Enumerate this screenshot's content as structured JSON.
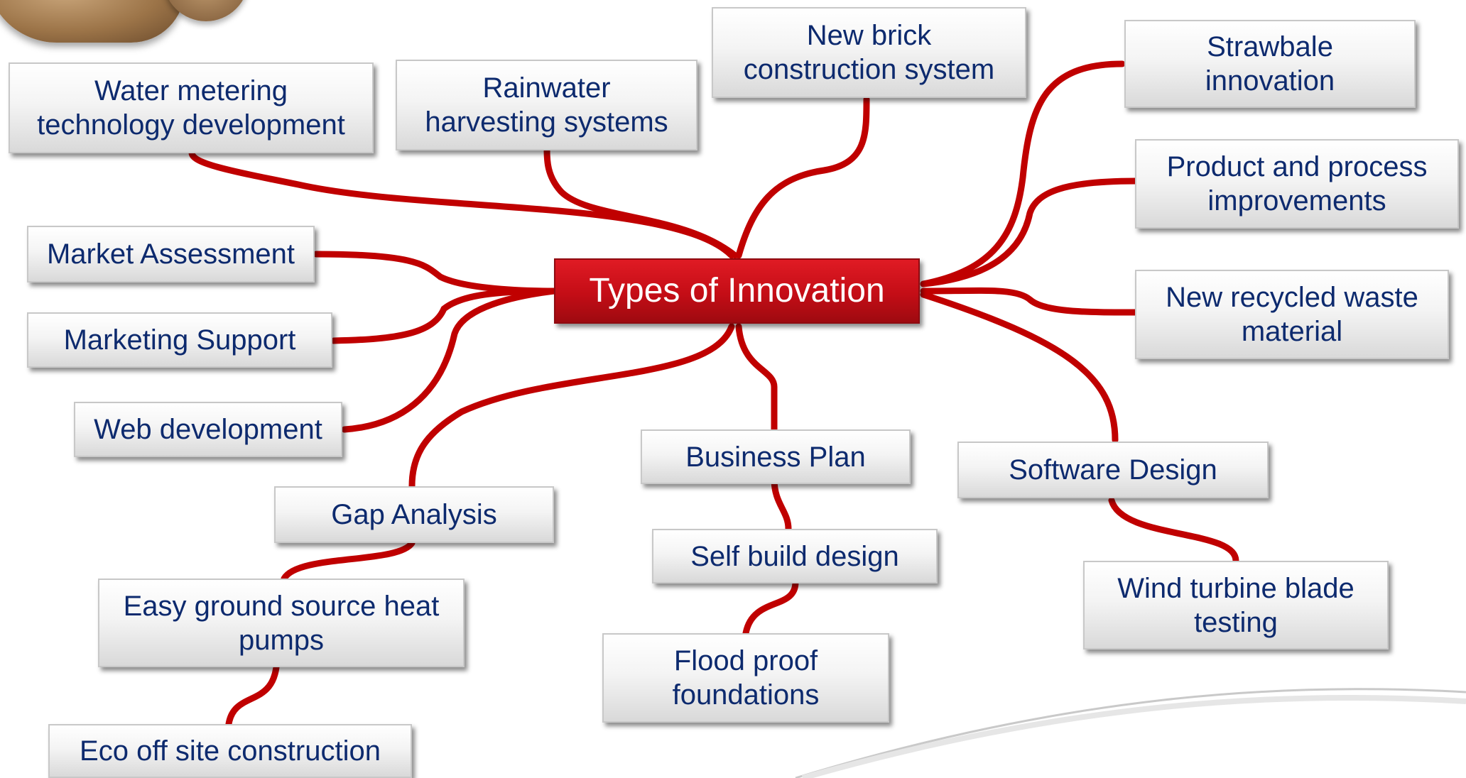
{
  "center": "Types of Innovation",
  "nodes": {
    "water_metering": "Water metering\ntechnology development",
    "rainwater": "Rainwater\nharvesting systems",
    "new_brick": "New brick\nconstruction system",
    "strawbale": "Strawbale\ninnovation",
    "product_process": "Product and process\nimprovements",
    "recycled_waste": "New recycled waste\nmaterial",
    "market_assessment": "Market Assessment",
    "marketing_support": "Marketing Support",
    "web_development": "Web development",
    "gap_analysis": "Gap Analysis",
    "business_plan": "Business Plan",
    "software_design": "Software Design",
    "self_build": "Self build design",
    "wind_turbine": "Wind turbine blade\ntesting",
    "ground_source": "Easy ground source heat\npumps",
    "flood_proof": "Flood proof\nfoundations",
    "eco_off_site": "Eco off site construction"
  },
  "colors": {
    "link": "#c00000",
    "center_fill": "#c40d16",
    "node_text": "#0d2a6e",
    "center_text": "#ffffff"
  },
  "icons": [
    "rock-texture-decoration",
    "swoosh-decoration"
  ]
}
